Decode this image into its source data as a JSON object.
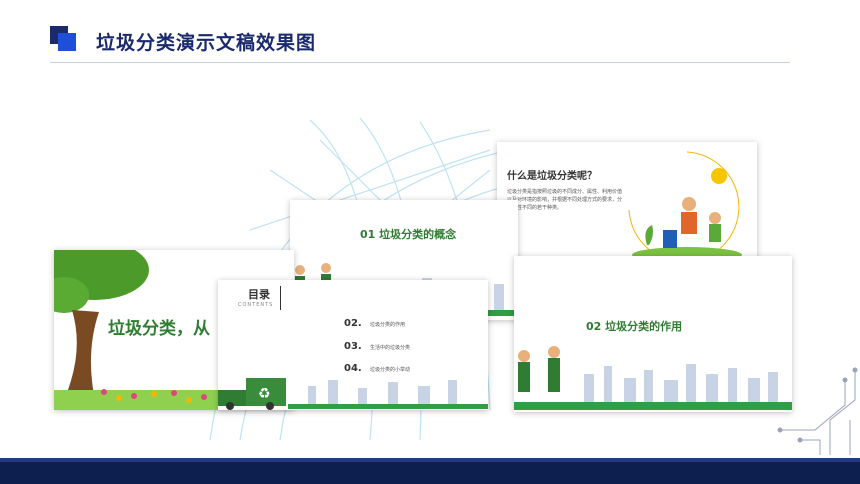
{
  "header": {
    "title": "垃圾分类演示文稿效果图"
  },
  "slides": {
    "cover": {
      "title": "垃圾分类，从"
    },
    "toc": {
      "title": "目录",
      "subtitle": "CONTENTS",
      "items": [
        {
          "num": "02.",
          "text": "垃圾分类的作用"
        },
        {
          "num": "03.",
          "text": "生活中的垃圾分类"
        },
        {
          "num": "04.",
          "text": "垃圾分类的小举动"
        }
      ]
    },
    "section1": {
      "title": "01  垃圾分类的概念"
    },
    "question": {
      "title": "什么是垃圾分类呢？",
      "body_line1": "垃圾分类是指按照垃圾的不同成分、属性、利用价值",
      "body_line2": "以及对环境的影响，并根据不同处理方式的要求，分",
      "body_line3": "成属性不同的若干种类。"
    },
    "section2": {
      "title": "02  垃圾分类的作用"
    }
  },
  "colors": {
    "brand_dark": "#1a2a6c",
    "brand_blue": "#1f4fd8",
    "section_green": "#2f7d32"
  }
}
